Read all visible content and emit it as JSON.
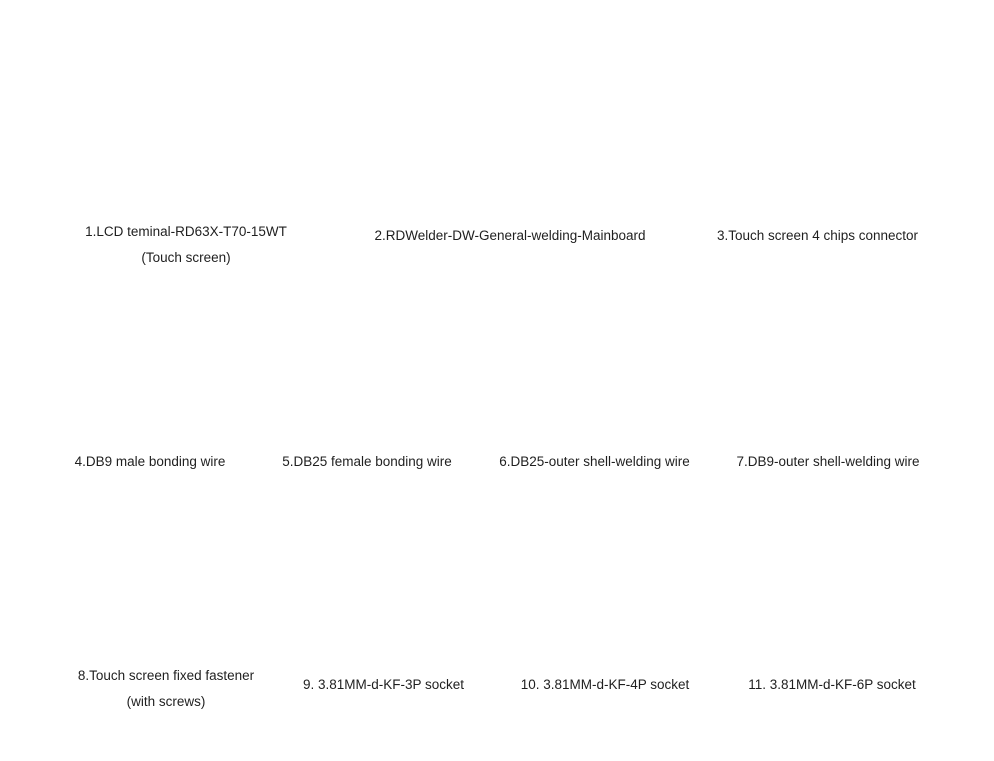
{
  "items": [
    {
      "caption": [
        "1.LCD teminal-RD63X-T70-15WT",
        "(Touch screen)"
      ],
      "icon": "lcd-touch-screen"
    },
    {
      "caption": [
        "2.RDWelder-DW-General-welding-Mainboard"
      ],
      "icon": "mainboard"
    },
    {
      "caption": [
        "3.Touch screen 4 chips connector"
      ],
      "icon": "cable-connector"
    },
    {
      "caption": [
        "4.DB9 male bonding wire"
      ],
      "icon": "db9-connector"
    },
    {
      "caption": [
        "5.DB25 female bonding wire"
      ],
      "icon": "db25-connector"
    },
    {
      "caption": [
        "6.DB25-outer shell-welding wire"
      ],
      "icon": "db25-shell-bag"
    },
    {
      "caption": [
        "7.DB9-outer shell-welding wire"
      ],
      "icon": "db9-shell-bag"
    },
    {
      "caption": [
        "8.Touch screen fixed fastener",
        "(with screws)"
      ],
      "icon": "fasteners"
    },
    {
      "caption": [
        "9. 3.81MM-d-KF-3P socket"
      ],
      "icon": "terminal-3p"
    },
    {
      "caption": [
        "10. 3.81MM-d-KF-4P socket"
      ],
      "icon": "terminal-4p"
    },
    {
      "caption": [
        "11. 3.81MM-d-KF-6P socket"
      ],
      "icon": "terminal-6p"
    }
  ],
  "colors": {
    "terminal_green": "#5dbb7a",
    "board_black": "#1a1a1a",
    "board_blue": "#2aa0d8",
    "shell_grey": "#9aa3ad"
  }
}
